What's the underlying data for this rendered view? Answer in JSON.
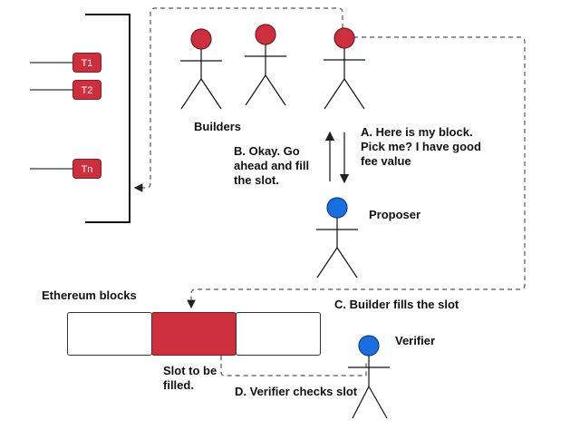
{
  "transactions": [
    "T1",
    "T2",
    "Tn"
  ],
  "labels": {
    "builders": "Builders",
    "proposer": "Proposer",
    "verifier": "Verifier",
    "ethereum_blocks": "Ethereum blocks",
    "slot_to_fill": [
      "Slot to be",
      "filled."
    ]
  },
  "steps": {
    "a": [
      "A. Here is my block.",
      "Pick me? I have good",
      "fee value"
    ],
    "b": [
      "B. Okay. Go",
      "ahead and fill",
      "the slot."
    ],
    "c": "C. Builder fills the slot",
    "d": "D. Verifier checks slot"
  },
  "colors": {
    "builder_head": "#cd2f3c",
    "proposer_head": "#1a6fe0",
    "slot_fill": "#cd2f3c",
    "line": "#222222"
  },
  "icons": [
    "builder-figure",
    "proposer-figure",
    "verifier-figure"
  ]
}
